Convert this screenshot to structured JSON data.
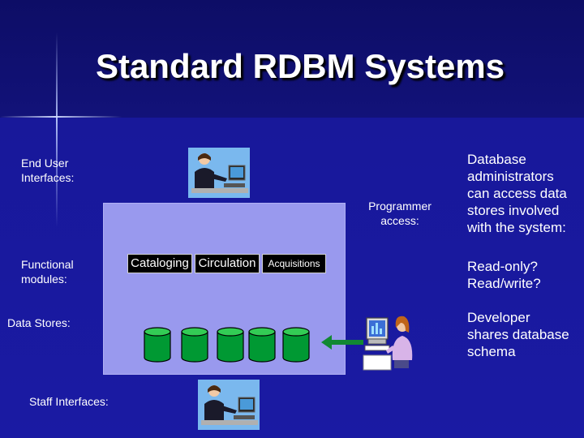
{
  "title": "Standard RDBM Systems",
  "labels": {
    "end_user": [
      "End User",
      "Interfaces:"
    ],
    "programmer": [
      "Programmer",
      "access:"
    ],
    "functional": [
      "Functional",
      "modules:"
    ],
    "data_stores": "Data Stores:",
    "staff": "Staff Interfaces:"
  },
  "modules": [
    "Cataloging",
    "Circulation",
    "Acquisitions"
  ],
  "right_notes": {
    "dba": [
      "Database",
      "administrators",
      "can access data",
      "stores involved",
      "with the system:"
    ],
    "access": [
      "Read-only?",
      "Read/write?"
    ],
    "developer": [
      "Developer",
      "shares database",
      "schema"
    ]
  },
  "icons": {
    "end_user": "person-at-computer-icon",
    "programmer": "programmer-at-computer-icon",
    "staff": "person-at-computer-icon",
    "database": "database-cylinder-icon"
  },
  "colors": {
    "background": "#14148a",
    "panel": "#9999ee",
    "module": "#000000",
    "database": "#009933",
    "arrow": "#118833"
  }
}
